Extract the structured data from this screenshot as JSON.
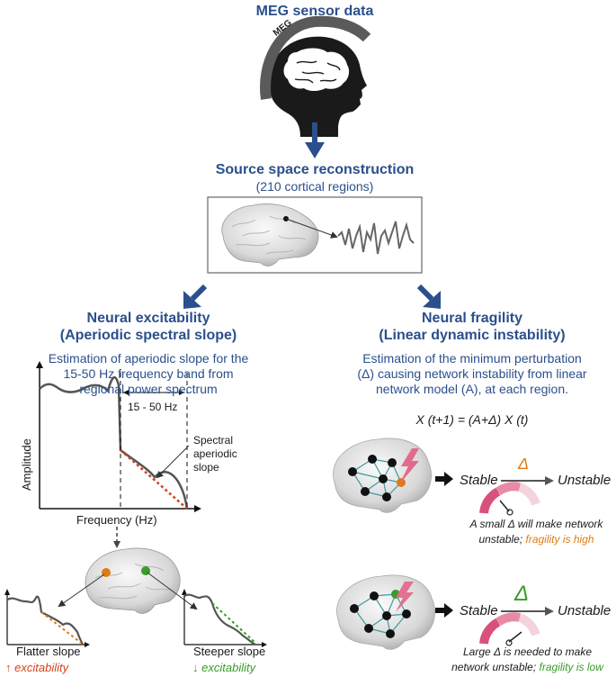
{
  "header": {
    "title": "MEG sensor data",
    "meg_label": "MEG"
  },
  "source": {
    "title": "Source space reconstruction",
    "subtitle": "(210 cortical regions)"
  },
  "left": {
    "title1": "Neural excitability",
    "title2": "(Aperiodic spectral slope)",
    "desc1": "Estimation of aperiodic slope for the",
    "desc2": "15-50 Hz frequency band from",
    "desc3": "regional power spectrum",
    "ylabel": "Amplitude",
    "xlabel": "Frequency (Hz)",
    "band": "15 - 50 Hz",
    "slope1": "Spectral",
    "slope2": "aperiodic",
    "slope3": "slope",
    "flatter": "Flatter slope",
    "flatter_exc_arrow": "↑",
    "flatter_exc": "excitability",
    "steeper": "Steeper slope",
    "steeper_exc_arrow": "↓",
    "steeper_exc": "excitability"
  },
  "right": {
    "title1": "Neural fragility",
    "title2": "(Linear dynamic instability)",
    "desc1": "Estimation of the minimum perturbation",
    "desc2": "(Δ) causing network instability from linear",
    "desc3": "network model (A), at each region.",
    "equation": "X (t+1) = (A+Δ) X (t)",
    "stable": "Stable",
    "unstable": "Unstable",
    "delta": "Δ",
    "case1_line1": "A small Δ will make network",
    "case1_line2a": "unstable;",
    "case1_line2b": "fragility is high",
    "case2_line1": "Large Δ is needed to make",
    "case2_line2a": "network unstable;",
    "case2_line2b": "fragility is low"
  },
  "colors": {
    "blue": "#2b4f8c",
    "orange": "#e07b14",
    "green": "#3a9a2a",
    "red": "#d4421b",
    "pink": "#d9517a"
  }
}
